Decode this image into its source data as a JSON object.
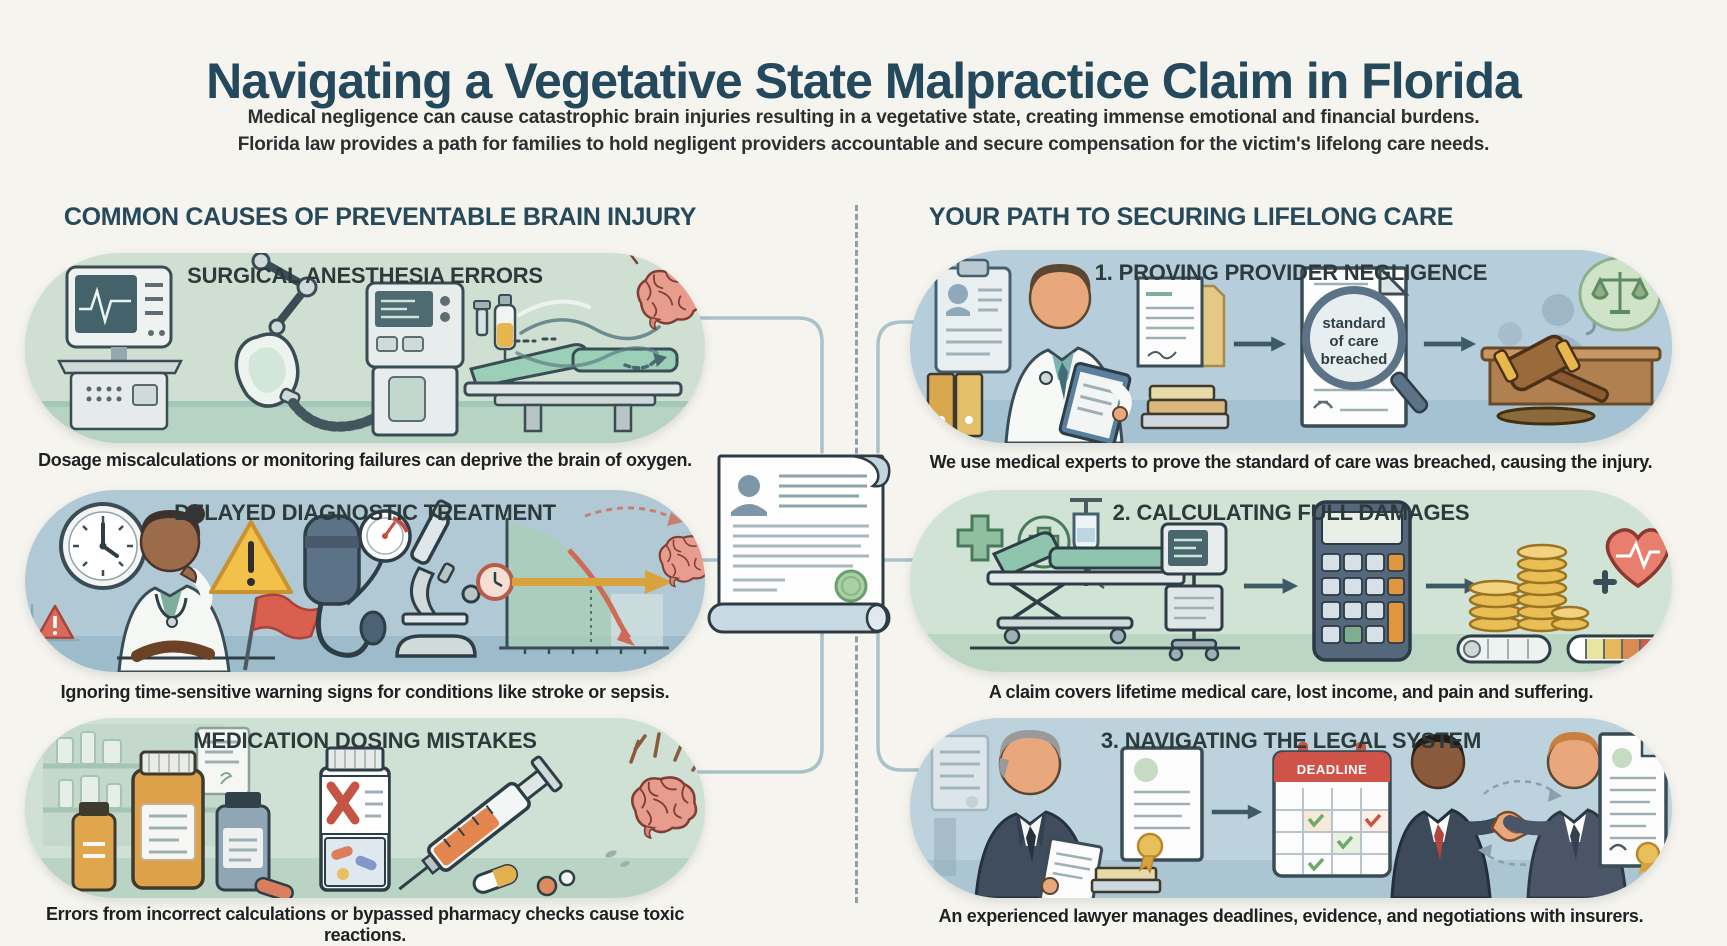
{
  "header": {
    "title": "Navigating a Vegetative State Malpractice Claim in Florida",
    "subtitle_line1": "Medical negligence can cause catastrophic brain injuries resulting in a vegetative state, creating immense emotional and financial burdens.",
    "subtitle_line2": "Florida law provides a path for families to hold negligent providers accountable and secure compensation for the victim's lifelong care needs."
  },
  "left_column": {
    "heading": "COMMON CAUSES OF PREVENTABLE BRAIN INJURY",
    "panels": [
      {
        "title": "SURGICAL ANESTHESIA ERRORS",
        "caption": "Dosage miscalculations or monitoring failures can deprive the brain of oxygen."
      },
      {
        "title": "DELAYED DIAGNOSTIC TREATMENT",
        "caption": "Ignoring time-sensitive warning signs for conditions like stroke or sepsis."
      },
      {
        "title": "MEDICATION DOSING MISTAKES",
        "caption": "Errors from incorrect calculations or bypassed pharmacy checks cause toxic reactions."
      }
    ]
  },
  "right_column": {
    "heading": "YOUR PATH TO SECURING LIFELONG CARE",
    "panels": [
      {
        "title": "1. PROVING PROVIDER NEGLIGENCE",
        "caption": "We use medical experts to prove the standard of care was breached, causing the injury.",
        "magnifier_lines": [
          "standard",
          "of care",
          "breached"
        ]
      },
      {
        "title": "2. CALCULATING FULL DAMAGES",
        "caption": "A claim covers lifetime medical care, lost income, and pain and suffering."
      },
      {
        "title": "3. NAVIGATING THE LEGAL SYSTEM",
        "caption": "An experienced lawyer manages deadlines, evidence, and negotiations with insurers.",
        "calendar_label": "DEADLINE"
      }
    ]
  },
  "colors": {
    "heading_teal": "#27495c",
    "panel_green": "#cfe0d3",
    "panel_blue": "#b2cbd7",
    "deadline_red": "#cf5348",
    "caption_ink": "#1d2122"
  }
}
